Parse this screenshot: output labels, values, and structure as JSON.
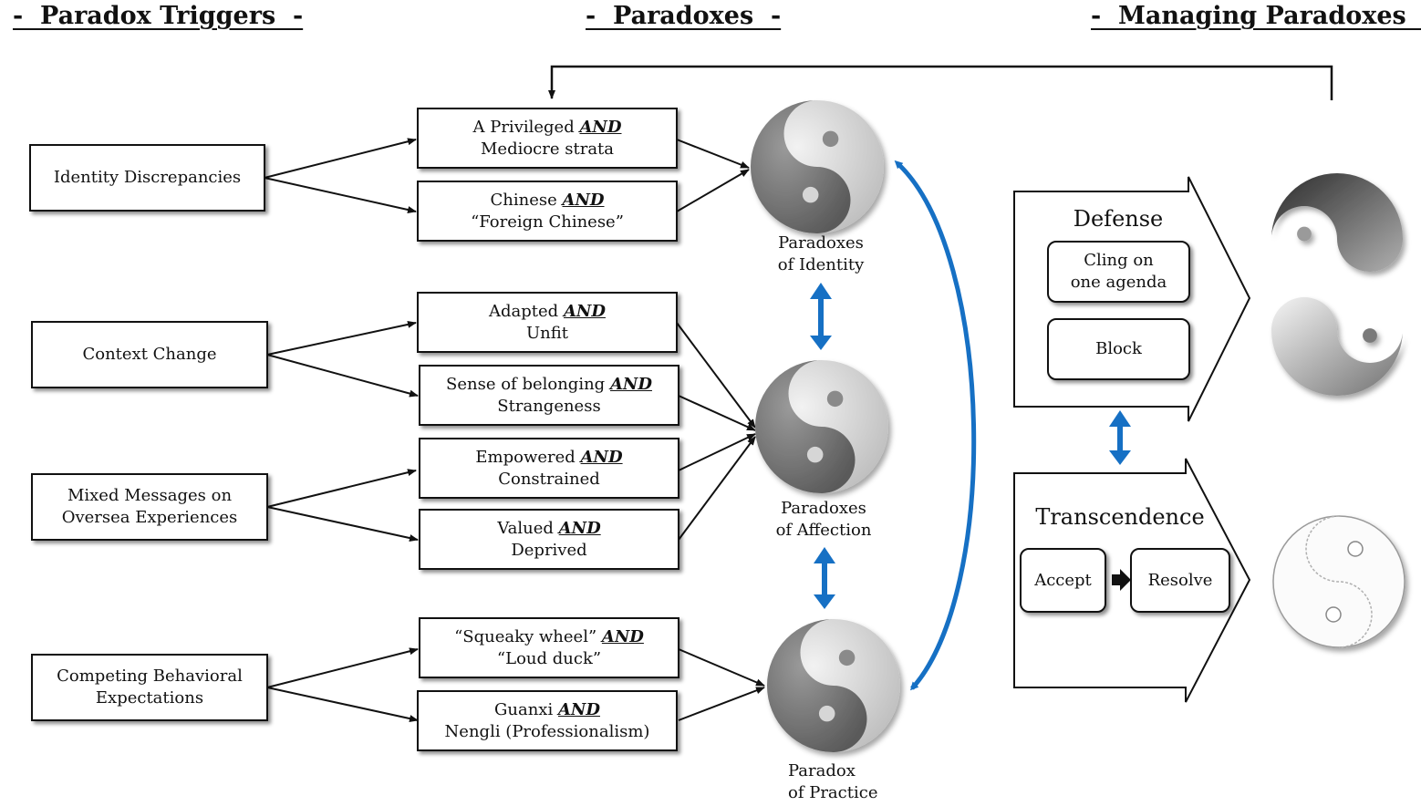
{
  "headers": {
    "triggers": "-  Paradox Triggers  -",
    "paradoxes": "-  Paradoxes  -",
    "managing": "-  Managing Paradoxes  -"
  },
  "triggers": [
    {
      "line1": "Identity Discrepancies",
      "line2": ""
    },
    {
      "line1": "Context Change",
      "line2": ""
    },
    {
      "line1": "Mixed Messages on",
      "line2": "Oversea Experiences"
    },
    {
      "line1": "Competing Behavioral",
      "line2": "Expectations"
    }
  ],
  "and_word": "AND",
  "pairs": [
    {
      "a": "A Privileged",
      "b": "Mediocre strata"
    },
    {
      "a": "Chinese",
      "b": "“Foreign Chinese”"
    },
    {
      "a": "Adapted",
      "b": "Unfit"
    },
    {
      "a": "Sense of belonging",
      "b": "Strangeness"
    },
    {
      "a": "Empowered",
      "b": "Constrained"
    },
    {
      "a": "Valued",
      "b": "Deprived"
    },
    {
      "a": "“Squeaky wheel”",
      "b": "“Loud duck”"
    },
    {
      "a": "Guanxi",
      "b": "Nengli (Professionalism)"
    }
  ],
  "paradox_labels": [
    {
      "line1": "Paradoxes",
      "line2": "of Identity"
    },
    {
      "line1": "Paradoxes",
      "line2": "of Affection"
    },
    {
      "line1": "Paradox",
      "line2": "of Practice"
    }
  ],
  "defense": {
    "title": "Defense",
    "item1_line1": "Cling on",
    "item1_line2": "one agenda",
    "item2": "Block"
  },
  "transcendence": {
    "title": "Transcendence",
    "accept": "Accept",
    "resolve": "Resolve"
  },
  "colors": {
    "arrow_blue": "#1670c4",
    "line": "#111111"
  },
  "icons": [
    "yin-yang-icon",
    "double-arrow-icon",
    "right-arrow-icon"
  ]
}
